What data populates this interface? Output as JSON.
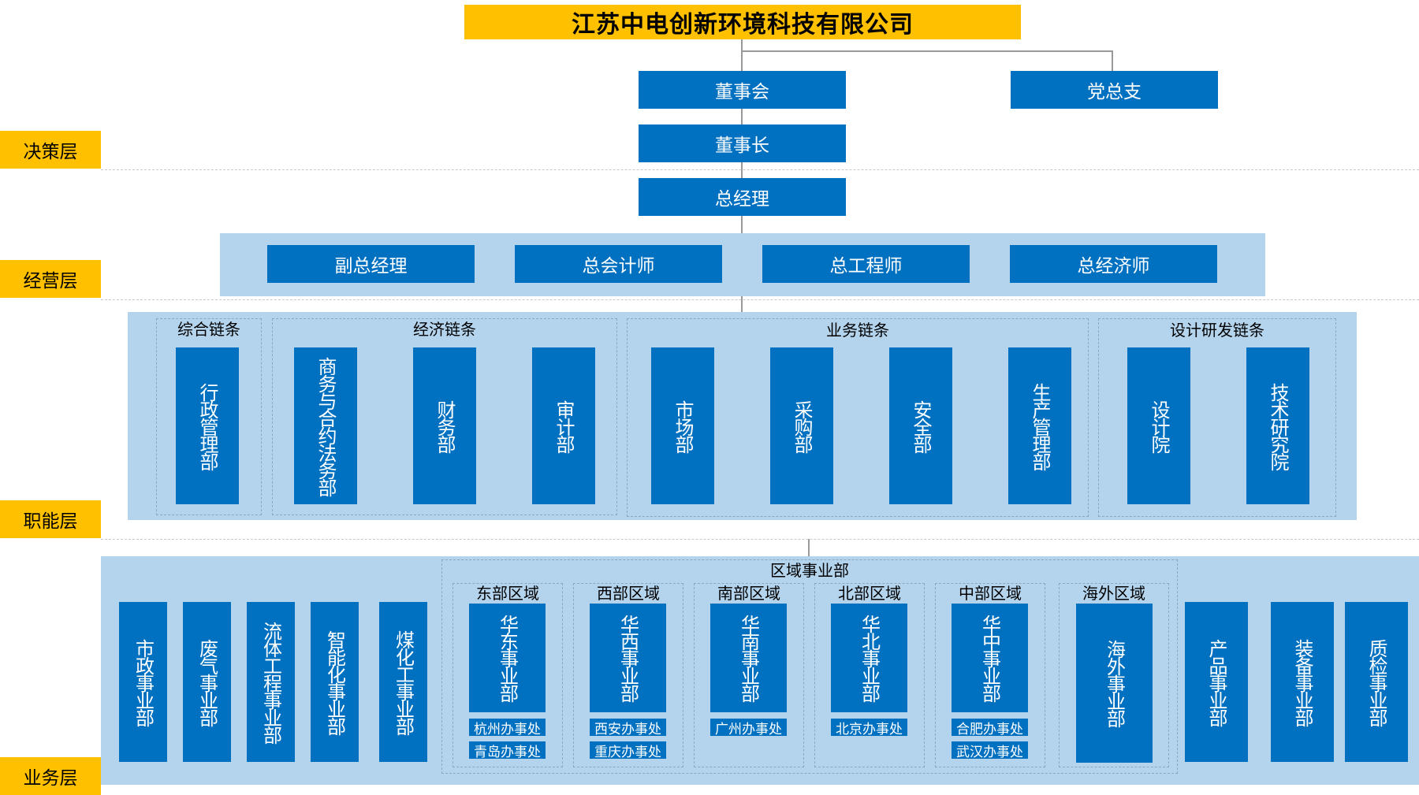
{
  "title": "江苏中电创新环境科技有限公司",
  "layers": {
    "decision": "决策层",
    "operation": "经营层",
    "function": "职能层",
    "business": "业务层"
  },
  "board": "董事会",
  "party": "党总支",
  "chairman": "董事长",
  "gm": "总经理",
  "executives": [
    "副总经理",
    "总会计师",
    "总工程师",
    "总经济师"
  ],
  "chains": {
    "general": {
      "label": "综合链条",
      "depts": [
        "行政管理部"
      ]
    },
    "economic": {
      "label": "经济链条",
      "depts": [
        "商务与合约法务部",
        "财务部",
        "审计部"
      ]
    },
    "business": {
      "label": "业务链条",
      "depts": [
        "市场部",
        "采购部",
        "安全部",
        "生产管理部"
      ]
    },
    "design": {
      "label": "设计研发链条",
      "depts": [
        "设计院",
        "技术研究院"
      ]
    }
  },
  "business_units_left": [
    "市政事业部",
    "废气事业部",
    "流体工程事业部",
    "智能化事业部",
    "煤化工事业部"
  ],
  "regional": {
    "label": "区域事业部",
    "regions": [
      {
        "label": "东部区域",
        "unit": "华东事业部",
        "offices": [
          "杭州办事处",
          "青岛办事处"
        ]
      },
      {
        "label": "西部区域",
        "unit": "华西事业部",
        "offices": [
          "西安办事处",
          "重庆办事处"
        ]
      },
      {
        "label": "南部区域",
        "unit": "华南事业部",
        "offices": [
          "广州办事处"
        ]
      },
      {
        "label": "北部区域",
        "unit": "华北事业部",
        "offices": [
          "北京办事处"
        ]
      },
      {
        "label": "中部区域",
        "unit": "华中事业部",
        "offices": [
          "合肥办事处",
          "武汉办事处"
        ]
      },
      {
        "label": "海外区域",
        "unit": "海外事业部",
        "offices": []
      }
    ]
  },
  "business_units_right": [
    "产品事业部",
    "装备事业部",
    "质检事业部"
  ]
}
